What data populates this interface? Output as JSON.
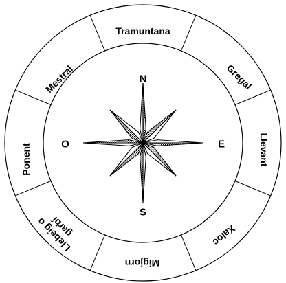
{
  "winds": [
    {
      "name": "Tramuntana",
      "lines": [
        "Tramuntana"
      ]
    },
    {
      "name": "Gregal",
      "lines": [
        "Gregal"
      ]
    },
    {
      "name": "Llevant",
      "lines": [
        "Llevant"
      ]
    },
    {
      "name": "Xaloc",
      "lines": [
        "Xaloc"
      ]
    },
    {
      "name": "Migjorn",
      "lines": [
        "Migjorn"
      ]
    },
    {
      "name": "Llebeig o garbí",
      "lines": [
        "Llebeig o",
        "garbí"
      ]
    },
    {
      "name": "Ponent",
      "lines": [
        "Ponent"
      ]
    },
    {
      "name": "Mestral",
      "lines": [
        "Mestral"
      ]
    }
  ],
  "cardinals": {
    "north": "N",
    "east": "E",
    "south": "S",
    "west": "O"
  },
  "colors": {
    "stroke": "#000000",
    "background": "#ffffff",
    "hatch": "#000000"
  }
}
